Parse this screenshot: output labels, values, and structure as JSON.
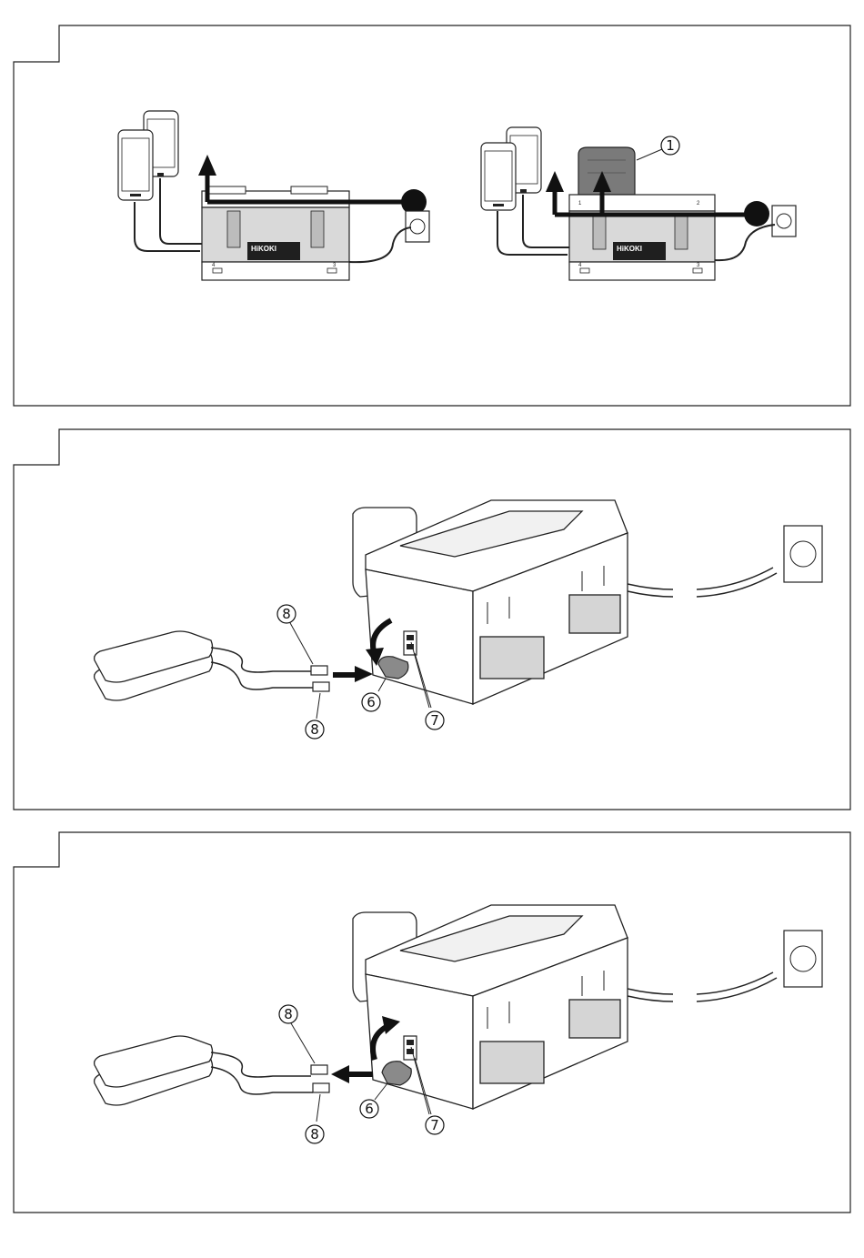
{
  "figures": [
    {
      "id": "fig-1",
      "callouts": [
        {
          "label": "1"
        }
      ],
      "brand": "HiKOKI",
      "slot_numbers": [
        "1",
        "2",
        "3",
        "4"
      ]
    },
    {
      "id": "fig-2",
      "callouts": [
        {
          "label": "8"
        },
        {
          "label": "8"
        },
        {
          "label": "6"
        },
        {
          "label": "7"
        }
      ],
      "action": "insert"
    },
    {
      "id": "fig-3",
      "callouts": [
        {
          "label": "8"
        },
        {
          "label": "8"
        },
        {
          "label": "6"
        },
        {
          "label": "7"
        }
      ],
      "action": "remove"
    }
  ]
}
